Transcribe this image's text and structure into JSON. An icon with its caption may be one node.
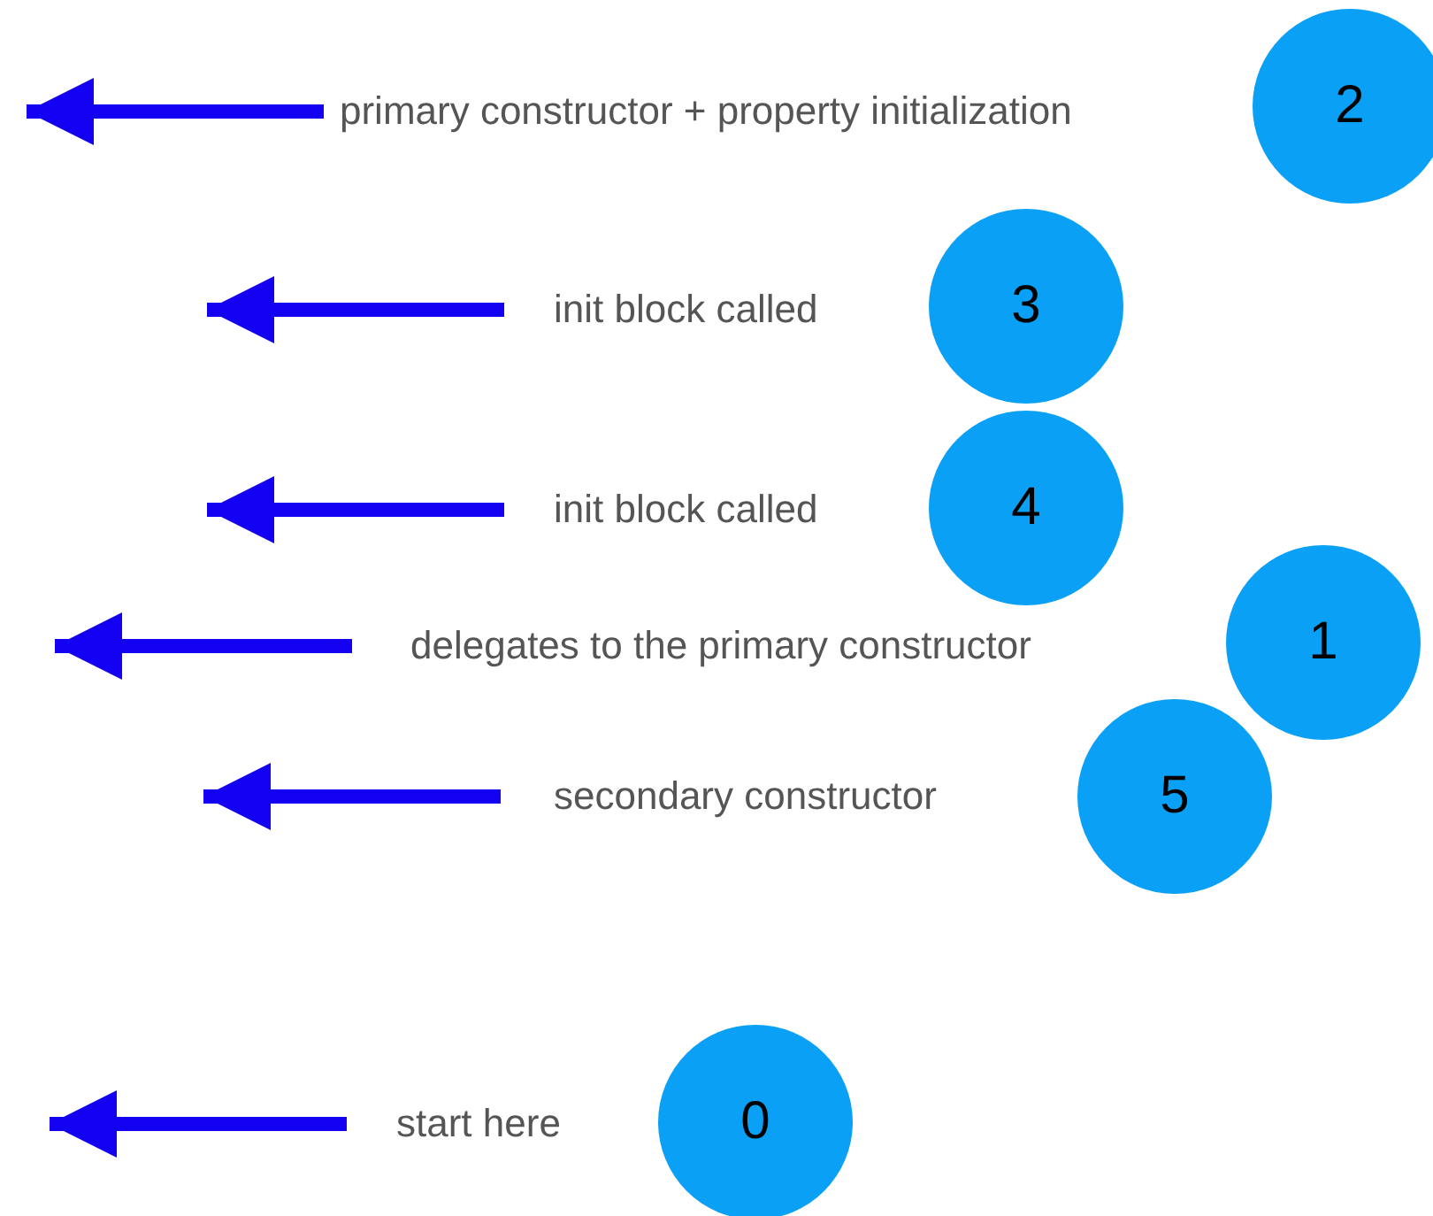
{
  "diagram": {
    "nodes": [
      {
        "text": [
          "primary constructor + property initialization"
        ]
      },
      {
        "text": [
          "2"
        ]
      },
      {
        "text": [
          "init block called"
        ]
      },
      {
        "text": [
          "3"
        ]
      },
      {
        "text": [
          "init block called"
        ]
      },
      {
        "text": [
          "4"
        ]
      },
      {
        "text": [
          "delegates to the primary constructor"
        ]
      },
      {
        "text": [
          "1"
        ]
      },
      {
        "text": [
          "secondary constructor"
        ]
      },
      {
        "text": [
          "5"
        ]
      },
      {
        "text": [
          "start here"
        ]
      },
      {
        "text": [
          "0"
        ]
      }
    ],
    "edges": [
      {
        "from": 0,
        "to": null,
        "arrow": "to"
      },
      {
        "from": 2,
        "to": null,
        "arrow": "to"
      },
      {
        "from": 4,
        "to": null,
        "arrow": "to"
      },
      {
        "from": 6,
        "to": null,
        "arrow": "to"
      },
      {
        "from": 8,
        "to": null,
        "arrow": "to"
      },
      {
        "from": 10,
        "to": null,
        "arrow": "to"
      }
    ]
  }
}
